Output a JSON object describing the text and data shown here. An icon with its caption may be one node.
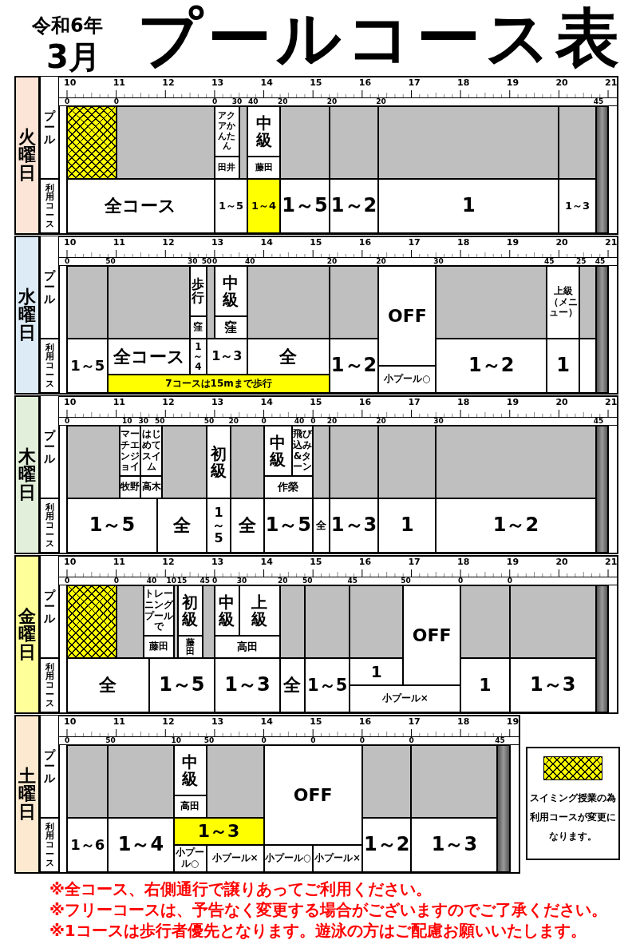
{
  "diagram": {
    "title": "プールコース表",
    "nodes": [
      {
        "text": [
          "火曜日"
        ]
      },
      {
        "text": [
          "プール"
        ]
      },
      {
        "text": [
          "利用コース"
        ]
      },
      {
        "text": [],
        "shape": "box"
      },
      {
        "text": [],
        "shape": "box"
      },
      {
        "text": [
          "アクアかんたん"
        ]
      },
      {
        "text": [
          "田井"
        ]
      },
      {
        "text": [],
        "shape": "box"
      },
      {
        "text": [
          "中級"
        ]
      },
      {
        "text": [
          "藤田"
        ]
      },
      {
        "text": [],
        "shape": "box"
      },
      {
        "text": [],
        "shape": "box"
      },
      {
        "text": [],
        "shape": "box"
      },
      {
        "text": [],
        "shape": "box"
      },
      {
        "text": [],
        "shape": "box"
      },
      {
        "text": [
          "全コース"
        ]
      },
      {
        "text": [
          "1～5"
        ]
      },
      {
        "text": [
          "1～4"
        ]
      },
      {
        "text": [
          "1～5"
        ]
      },
      {
        "text": [
          "1～2"
        ]
      },
      {
        "text": [
          "1"
        ]
      },
      {
        "text": [
          "1～3"
        ]
      },
      {
        "text": [
          "水曜日"
        ]
      },
      {
        "text": [
          "プール"
        ]
      },
      {
        "text": [
          "利用コース"
        ]
      },
      {
        "text": [],
        "shape": "box"
      },
      {
        "text": [],
        "shape": "box"
      },
      {
        "text": [
          "歩行"
        ]
      },
      {
        "text": [
          "窪"
        ]
      },
      {
        "text": [],
        "shape": "box"
      },
      {
        "text": [
          "中級"
        ]
      },
      {
        "text": [
          "窪"
        ]
      },
      {
        "text": [],
        "shape": "box"
      },
      {
        "text": [],
        "shape": "box"
      },
      {
        "text": [
          "OFF"
        ]
      },
      {
        "text": [],
        "shape": "box"
      },
      {
        "text": [
          "上級（メニュー）"
        ]
      },
      {
        "text": [],
        "shape": "box"
      },
      {
        "text": [],
        "shape": "box"
      },
      {
        "text": [
          "1～5"
        ]
      },
      {
        "text": [
          "全コース"
        ]
      },
      {
        "text": [
          "1～4"
        ]
      },
      {
        "text": [
          "1～3"
        ]
      },
      {
        "text": [
          "全"
        ]
      },
      {
        "text": [
          "7コースは15mまで歩行"
        ]
      },
      {
        "text": [
          "1～2"
        ]
      },
      {
        "text": [
          "小プール○"
        ]
      },
      {
        "text": [
          "1～2"
        ]
      },
      {
        "text": [
          "1"
        ]
      },
      {
        "text": [],
        "shape": "box"
      },
      {
        "text": [
          "木曜日"
        ]
      },
      {
        "text": [
          "プール"
        ]
      },
      {
        "text": [
          "利用コース"
        ]
      },
      {
        "text": [],
        "shape": "box"
      },
      {
        "text": [
          "マーチエンジョイ"
        ]
      },
      {
        "text": [
          "牧野"
        ]
      },
      {
        "text": [
          "はじめてスイム"
        ]
      },
      {
        "text": [
          "高木"
        ]
      },
      {
        "text": [],
        "shape": "box"
      },
      {
        "text": [
          "初級"
        ]
      },
      {
        "text": [],
        "shape": "box"
      },
      {
        "text": [
          "中級"
        ]
      },
      {
        "text": [
          "飛び込み&ターン"
        ]
      },
      {
        "text": [
          "作榮"
        ]
      },
      {
        "text": [],
        "shape": "box"
      },
      {
        "text": [],
        "shape": "box"
      },
      {
        "text": [],
        "shape": "box"
      },
      {
        "text": [],
        "shape": "box"
      },
      {
        "text": [],
        "shape": "box"
      },
      {
        "text": [
          "1～5"
        ]
      },
      {
        "text": [
          "全"
        ]
      },
      {
        "text": [
          "1～5"
        ]
      },
      {
        "text": [
          "全"
        ]
      },
      {
        "text": [
          "1～5"
        ]
      },
      {
        "text": [
          "全"
        ]
      },
      {
        "text": [
          "1～3"
        ]
      },
      {
        "text": [
          "1"
        ]
      },
      {
        "text": [
          "1～2"
        ]
      },
      {
        "text": [
          "金曜日"
        ]
      },
      {
        "text": [
          "プール"
        ]
      },
      {
        "text": [
          "利用コース"
        ]
      },
      {
        "text": [],
        "shape": "box"
      },
      {
        "text": [],
        "shape": "box"
      },
      {
        "text": [
          "トレーニングプールで"
        ]
      },
      {
        "text": [
          "藤田"
        ]
      },
      {
        "text": [],
        "shape": "box"
      },
      {
        "text": [
          "初級"
        ]
      },
      {
        "text": [
          "藤田"
        ]
      },
      {
        "text": [],
        "shape": "box"
      },
      {
        "text": [
          "中級"
        ]
      },
      {
        "text": [
          "上級"
        ]
      },
      {
        "text": [
          "高田"
        ]
      },
      {
        "text": [],
        "shape": "box"
      },
      {
        "text": [],
        "shape": "box"
      },
      {
        "text": [],
        "shape": "box"
      },
      {
        "text": [
          "OFF"
        ]
      },
      {
        "text": [],
        "shape": "box"
      },
      {
        "text": [],
        "shape": "box"
      },
      {
        "text": [],
        "shape": "box"
      },
      {
        "text": [
          "全"
        ]
      },
      {
        "text": [
          "1～5"
        ]
      },
      {
        "text": [
          "1～3"
        ]
      },
      {
        "text": [
          "全"
        ]
      },
      {
        "text": [
          "1～5"
        ]
      },
      {
        "text": [
          "1"
        ]
      },
      {
        "text": [
          "小プール×"
        ]
      },
      {
        "text": [
          "1"
        ]
      },
      {
        "text": [
          "1～3"
        ]
      },
      {
        "text": [
          "土曜日"
        ]
      },
      {
        "text": [
          "プール"
        ]
      },
      {
        "text": [
          "利用コース"
        ]
      },
      {
        "text": [],
        "shape": "box"
      },
      {
        "text": [],
        "shape": "box"
      },
      {
        "text": [
          "中級"
        ]
      },
      {
        "text": [
          "高田"
        ]
      },
      {
        "text": [],
        "shape": "box"
      },
      {
        "text": [
          "OFF"
        ]
      },
      {
        "text": [],
        "shape": "box"
      },
      {
        "text": [],
        "shape": "box"
      },
      {
        "text": [],
        "shape": "box"
      },
      {
        "text": [
          "1～6"
        ]
      },
      {
        "text": [
          "1～4"
        ]
      },
      {
        "text": [
          "1～3"
        ]
      },
      {
        "text": [
          "小プール○"
        ]
      },
      {
        "text": [
          "小プール×"
        ]
      },
      {
        "text": [
          "小プール○"
        ]
      },
      {
        "text": [
          "小プール×"
        ]
      },
      {
        "text": [
          "1～2"
        ]
      },
      {
        "text": [
          "1～3"
        ]
      }
    ],
    "labels": [
      "令和6年",
      "3月",
      "10",
      "11",
      "12",
      "13",
      "14",
      "15",
      "16",
      "17",
      "18",
      "19",
      "20",
      "21",
      "0",
      "0",
      "0",
      "30",
      "40",
      "20",
      "20",
      "20",
      "45",
      "10",
      "11",
      "12",
      "13",
      "14",
      "15",
      "16",
      "17",
      "18",
      "19",
      "20",
      "21",
      "0",
      "50",
      "30",
      "50",
      "0",
      "40",
      "20",
      "20",
      "30",
      "45",
      "25",
      "45",
      "10",
      "11",
      "12",
      "13",
      "14",
      "15",
      "16",
      "17",
      "18",
      "19",
      "20",
      "21",
      "0",
      "10",
      "30",
      "50",
      "50",
      "20",
      "0",
      "40",
      "0",
      "20",
      "20",
      "30",
      "45",
      "10",
      "11",
      "12",
      "13",
      "14",
      "15",
      "16",
      "17",
      "18",
      "19",
      "20",
      "21",
      "0",
      "0",
      "40",
      "10",
      "15",
      "45",
      "0",
      "30",
      "20",
      "50",
      "45",
      "50",
      "0",
      "0",
      "10",
      "11",
      "12",
      "13",
      "14",
      "15",
      "16",
      "17",
      "18",
      "19",
      "0",
      "50",
      "10",
      "50",
      "0",
      "0",
      "0",
      "0",
      "45",
      "※全コース、右側通行で譲りあってご利用ください。",
      "※フリーコースは、予告なく変更する場合がございますのでご了承ください。",
      "※1コースは歩行者優先となります。遊泳の方はご配慮お願いいたします。"
    ],
    "legend": [
      {
        "text": "スイミング授業の為利用コースが変更になります。"
      }
    ]
  }
}
